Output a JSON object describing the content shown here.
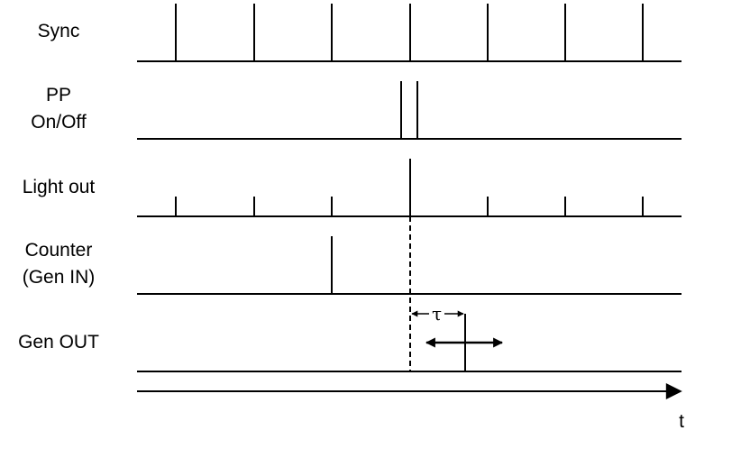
{
  "signals": [
    {
      "id": "sync",
      "label": "Sync"
    },
    {
      "id": "pp",
      "label_line1": "PP",
      "label_line2": "On/Off"
    },
    {
      "id": "light",
      "label": "Light out"
    },
    {
      "id": "counter",
      "label_line1": "Counter",
      "label_line2": "(Gen IN)"
    },
    {
      "id": "genout",
      "label": "Gen OUT"
    }
  ],
  "time_axis": {
    "label": "t"
  },
  "delay": {
    "label": "τ"
  },
  "colors": {
    "line": "#000000",
    "background": "#ffffff"
  }
}
